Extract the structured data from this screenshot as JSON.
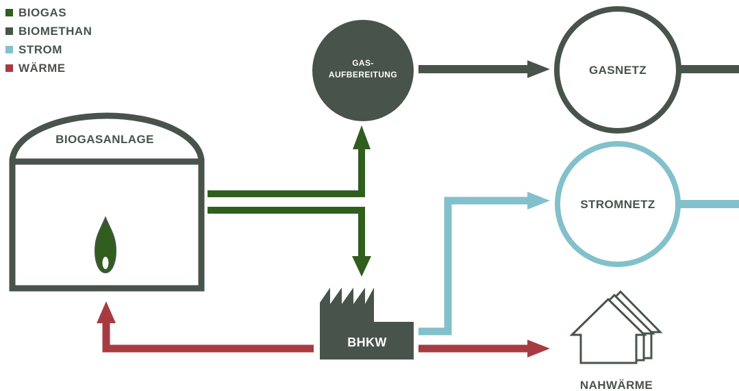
{
  "colors": {
    "biogas": "#2f5e1f",
    "biomethan": "#48534b",
    "strom": "#82c1cb",
    "waerme": "#a83a42"
  },
  "legend": [
    {
      "label": "BIOGAS",
      "color": "#2f5e1f"
    },
    {
      "label": "BIOMETHAN",
      "color": "#48534b"
    },
    {
      "label": "STROM",
      "color": "#82c1cb"
    },
    {
      "label": "WÄRME",
      "color": "#a83a42"
    }
  ],
  "nodes": {
    "biogasanlage": "BIOGASANLAGE",
    "gasaufbereitung_line1": "GAS-",
    "gasaufbereitung_line2": "AUFBEREITUNG",
    "gasnetz": "GASNETZ",
    "stromnetz": "STROMNETZ",
    "bhkw": "BHKW",
    "nahwaerme": "NAHWÄRME"
  },
  "icons": {
    "flame": "flame-icon",
    "factory": "factory-icon",
    "houses": "houses-icon"
  }
}
